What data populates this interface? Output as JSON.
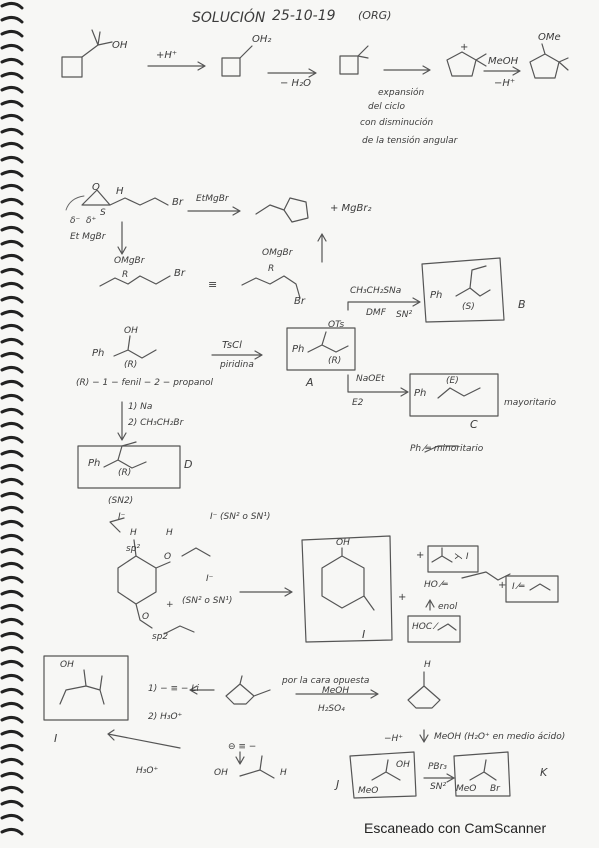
{
  "header": {
    "title": "SOLUCIÓN",
    "date": "25-10-19",
    "tag": "(ORG)"
  },
  "section1": {
    "oh": "OH",
    "reagent_h": "+H⁺",
    "oh2": "OH₂",
    "minus_h2o": "− H₂O",
    "plus": "+",
    "meoh": "MeOH",
    "minus_h": "−H⁺",
    "ome": "OMe",
    "note": [
      "expansión",
      "del ciclo",
      "con disminución",
      "de la tensión angular"
    ]
  },
  "section2": {
    "br": "Br",
    "h": "H",
    "o": "O",
    "s": "S",
    "delta_minus": "δ⁻",
    "delta_plus": "δ⁺",
    "grignard_left": "Et MgBr",
    "grignard_top": "EtMgBr",
    "mgbr2": "+ MgBr₂",
    "omgbr": "OMgBr",
    "r": "R",
    "equiv": "≡"
  },
  "section3": {
    "oh": "OH",
    "ph": "Ph",
    "r": "(R)",
    "name": "(R) − 1 − fenil − 2 − propanol",
    "tscl": "TsCl",
    "piridina": "piridina",
    "ots": "OTs",
    "label_a": "A",
    "reagent_b": "CH₃CH₂SNa",
    "dmf": "DMF",
    "sn2": "SN²",
    "s_label": "(S)",
    "label_b": "B",
    "naoet": "NaOEt",
    "e2": "E2",
    "e_label": "(E)",
    "mayoritario": "mayoritario",
    "label_c": "C",
    "minoritario": "Ph ⁄═ minoritario",
    "step1": "1) Na",
    "step2": "2) CH₃CH₂Br",
    "label_d": "D"
  },
  "section4": {
    "sn2_top": "(SN2)",
    "i_minus": "I⁻",
    "h": "H",
    "o": "O",
    "sp2": "sp²",
    "i_minus2": "I⁻",
    "mech1": "(SN² o SN¹)",
    "mech2": "(SN² o SN¹)",
    "i_minus3": "I⁻",
    "sp2b": "sp2",
    "plus": "+",
    "oh": "OH",
    "label_i": "I",
    "prod_iso": "⋋ I",
    "prod_enol": "HO ⁄═",
    "enol_note": "enol",
    "prod_allyl": "I ⁄═",
    "prod_ald": "HOC ⁄"
  },
  "section5": {
    "step1": "1) − ≡ − Li",
    "step2": "2) H₃O⁺",
    "attack": "por la cara opuesta",
    "meoh": "MeOH",
    "h2so4": "H₂SO₄",
    "label_i": "I",
    "h3o": "H₃O⁺",
    "alkyne_anion": "⊖ ≡ −",
    "oh": "OH",
    "h": "H",
    "minus_h": "−H⁺",
    "meoh_note": "MeOH (H₂O⁺ en medio ácido)",
    "label_j": "J",
    "meo": "MeO",
    "pbr3": "PBr₃",
    "sn2": "SN²",
    "br": "Br",
    "label_k": "K"
  },
  "footer": {
    "scanner": "Escaneado con CamScanner"
  }
}
